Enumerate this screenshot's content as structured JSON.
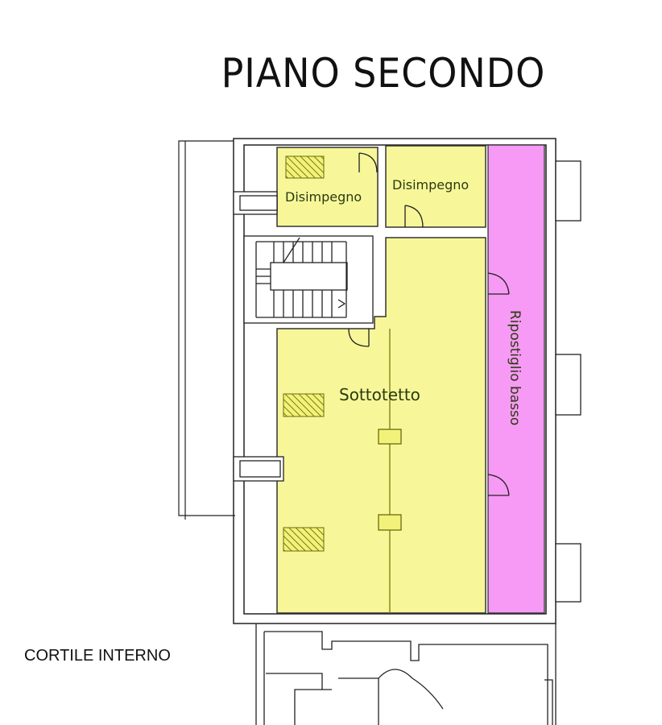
{
  "title": "PIANO SECONDO",
  "rooms": {
    "disimpegno_left": "Disimpegno",
    "disimpegno_right": "Disimpegno",
    "sottotetto": "Sottotetto",
    "ripostiglio": "Ripostiglio basso"
  },
  "courtyard_label": "CORTILE INTERNO",
  "colors": {
    "room_fill": "#f7f79a",
    "ripostiglio_fill": "#f79af5",
    "wall": "#222222",
    "hatch": "#8a8a1a"
  }
}
